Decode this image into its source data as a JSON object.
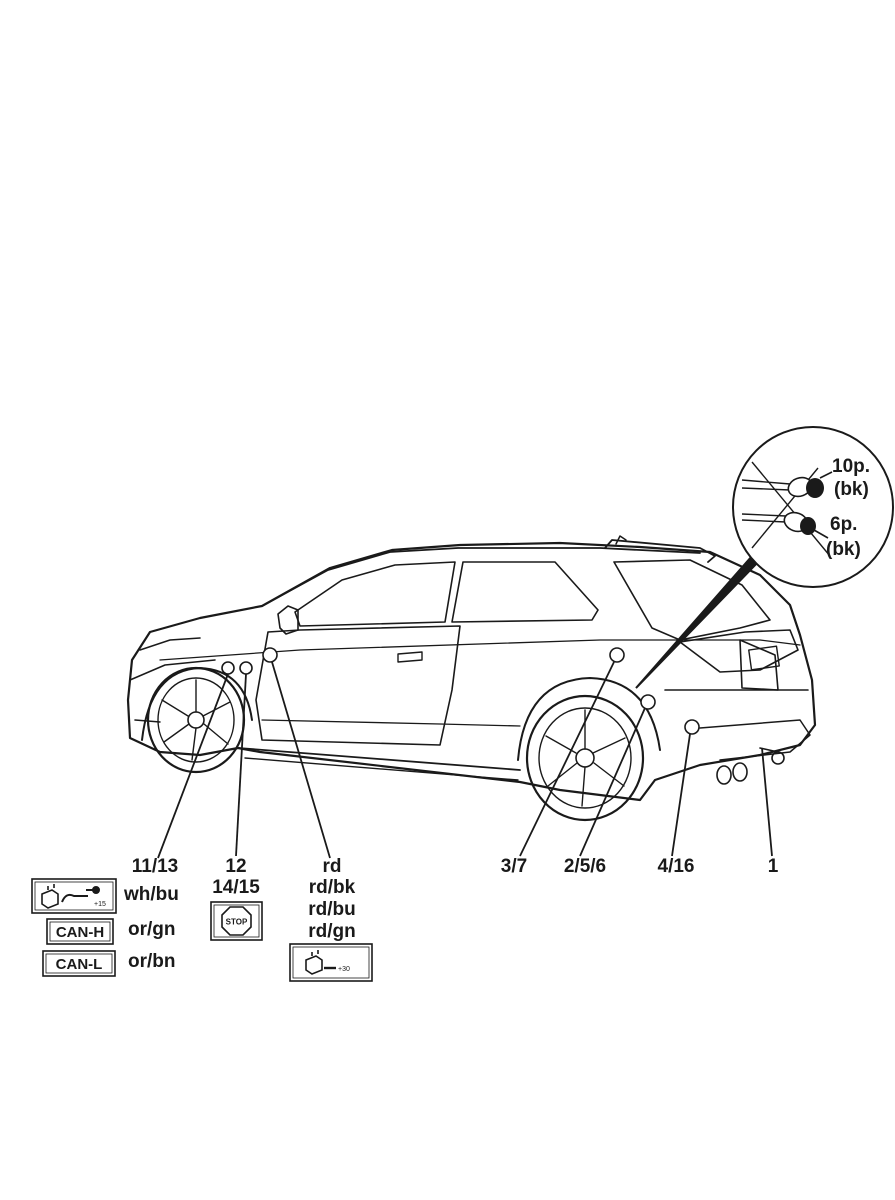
{
  "callouts": {
    "front_left": "11/13",
    "front_mid_a": "12",
    "front_mid_b": "14/15",
    "door": "rd",
    "rear_a": "3/7",
    "rear_b": "2/5/6",
    "rear_c": "4/16",
    "rear_d": "1"
  },
  "wires_left": {
    "w1": "wh/bu",
    "w2": "or/gn",
    "w3": "or/bn"
  },
  "wires_door": {
    "w1": "rd/bk",
    "w2": "rd/bu",
    "w3": "rd/gn"
  },
  "boxes": {
    "can_h": "CAN-H",
    "can_l": "CAN-L",
    "stop": "STOP",
    "ignition_small": "+15",
    "battery_small": "+30"
  },
  "inset": {
    "conn1": "10p.",
    "conn1_color": "(bk)",
    "conn2": "6p.",
    "conn2_color": "(bk)"
  },
  "colors": {
    "ink": "#1a1a1a",
    "background": "#ffffff"
  }
}
